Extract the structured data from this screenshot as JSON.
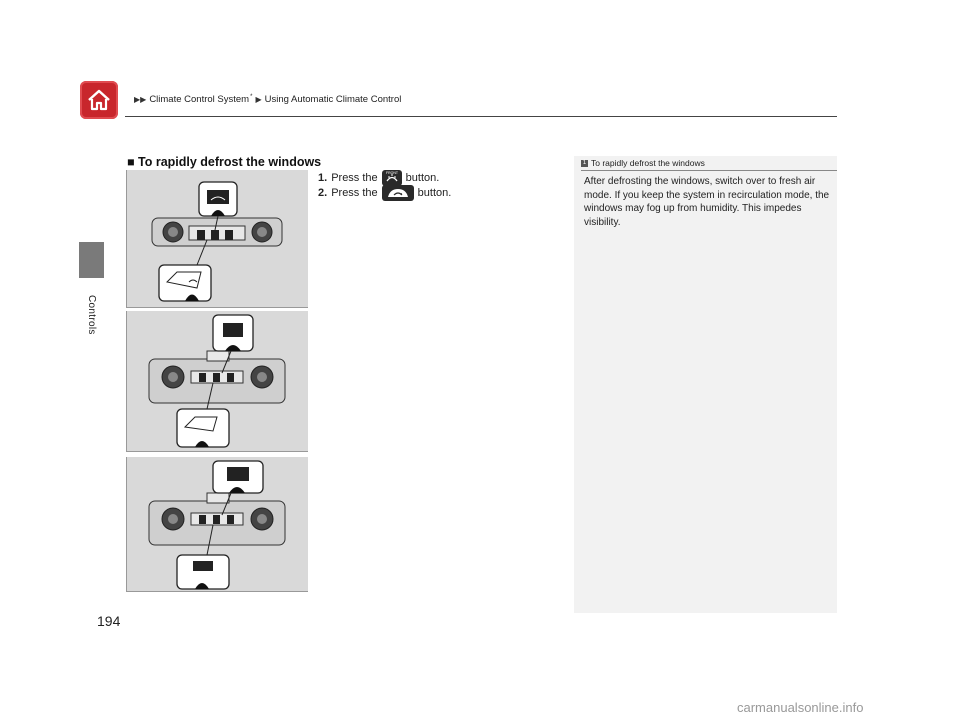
{
  "header": {
    "breadcrumb": [
      "Climate Control System",
      "Using Automatic Climate Control"
    ],
    "breadcrumb_sup": "*",
    "home_icon": "home-icon"
  },
  "sidebar": {
    "label": "Controls"
  },
  "section": {
    "title": "■ To rapidly defrost the windows",
    "steps": [
      {
        "num": "1.",
        "pre": "Press the",
        "post": "button.",
        "icon": "front-defrost-icon"
      },
      {
        "num": "2.",
        "pre": "Press the",
        "post": "button.",
        "icon": "recirculation-icon"
      }
    ]
  },
  "note": {
    "title": "To rapidly defrost the windows",
    "text": "After defrosting the windows, switch over to fresh air mode. If you keep the system in recirculation mode, the windows may fog up from humidity. This impedes visibility."
  },
  "page_number": "194",
  "watermark": "carmanualsonline.info"
}
